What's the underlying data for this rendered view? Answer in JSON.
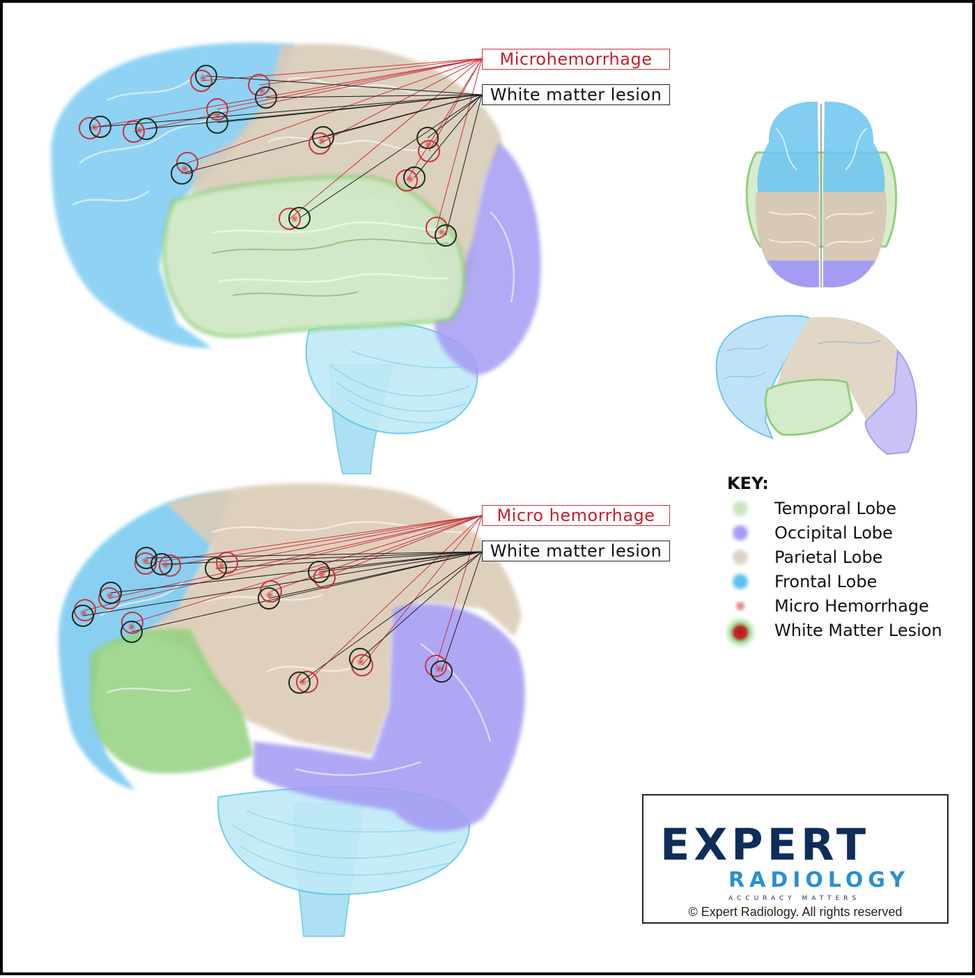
{
  "colors": {
    "temporal": "#8fcf7d",
    "occipital": "#a49cf3",
    "parietal": "#d7c9b6",
    "frontal": "#52b8ec",
    "hemorrhage": "#d93a3a",
    "lesion_ring": "#1a2a1a",
    "logo_navy": "#0f2d5a",
    "logo_blue": "#2a8fd1",
    "logo_red": "#e02222"
  },
  "top_brain": {
    "label_red": "Microhemorrhage",
    "label_black": "White matter lesion"
  },
  "bottom_brain": {
    "label_red": "Micro hemorrhage",
    "label_black": "White matter lesion"
  },
  "key": {
    "title": "KEY:",
    "items": [
      {
        "label": "Temporal Lobe",
        "color": "#c9e6c0",
        "icon": "soft-dot"
      },
      {
        "label": "Occipital Lobe",
        "color": "#a49cf3",
        "icon": "soft-dot"
      },
      {
        "label": "Parietal Lobe",
        "color": "#ddd3c6",
        "icon": "soft-dot"
      },
      {
        "label": "Frontal Lobe",
        "color": "#5cc0f0",
        "icon": "soft-dot"
      },
      {
        "label": "Micro Hemorrhage",
        "color": "#e87a7a",
        "icon": "small-dot"
      },
      {
        "label": "White Matter Lesion",
        "color": "#c62828",
        "icon": "glow-dot"
      }
    ]
  },
  "logo": {
    "wordmark_main": "EXPERT",
    "wordmark_sub": "RADIOLOGY",
    "tagline": "ACCURACY MATTERS",
    "copyright": "© Expert Radiology. All rights reserved"
  }
}
